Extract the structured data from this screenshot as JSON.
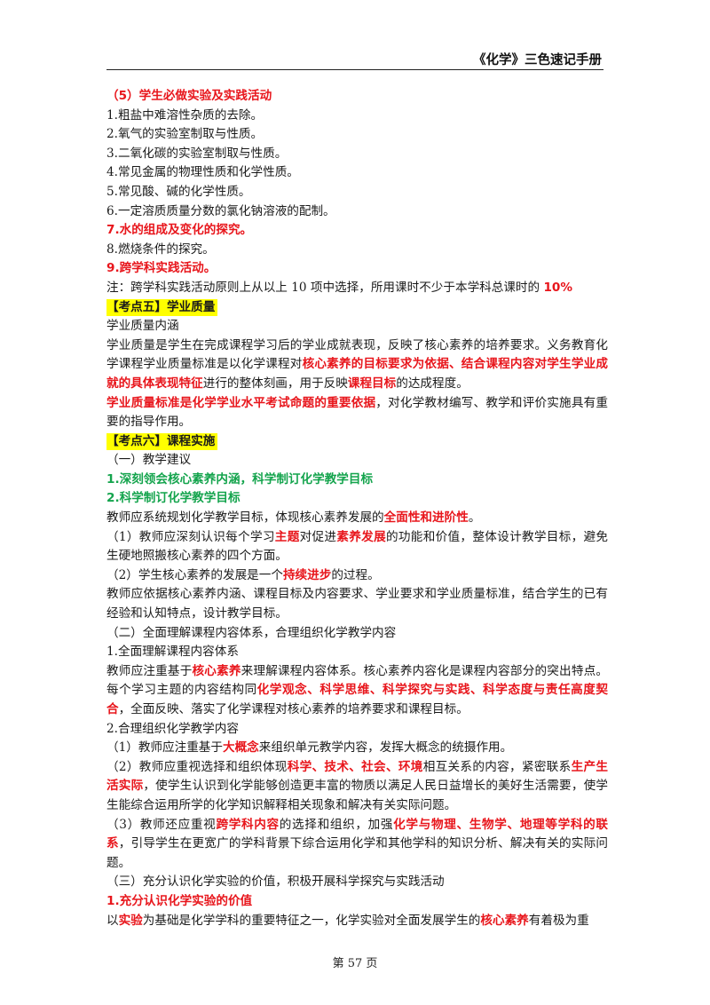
{
  "header": {
    "title": "《化学》三色速记手册"
  },
  "footer": {
    "page": "第 57 页"
  },
  "colors": {
    "emphasis_red": "#e8161c",
    "emphasis_green": "#14a44d",
    "highlight": "#ffff00"
  },
  "lines": {
    "l01": [
      "（5）学生必做实验及实践活动"
    ],
    "l02": [
      "1.粗盐中难溶性杂质的去除。"
    ],
    "l03": [
      "2.氧气的实验室制取与性质。"
    ],
    "l04": [
      "3.二氧化碳的实验室制取与性质。"
    ],
    "l05": [
      "4.常见金属的物理性质和化学性质。"
    ],
    "l06": [
      "5.常见酸、碱的化学性质。"
    ],
    "l07": [
      "6.一定溶质质量分数的氯化钠溶液的配制。"
    ],
    "l08": [
      "7.水的组成及变化的探究。"
    ],
    "l09": [
      "8.燃烧条件的探究。"
    ],
    "l10": [
      "9.跨学科实践活动。"
    ],
    "l11": [
      "注：跨学科实践活动原则上从以上 10 项中选择，所用课时不少于本学科总课时的 ",
      "10%"
    ],
    "l12": [
      "【考点五】学业质量"
    ],
    "l13": [
      "学业质量内涵"
    ],
    "p1": [
      "学业质量是学生在完成课程学习后的学业成就表现，反映了核心素养的培养要求。义务教育化学课程学业质量标准是以化学课程对",
      "核心素养的目标要求为依据、结合课程内容对学生学业成就的具体表现特征",
      "进行的整体刻画，用于反映",
      "课程目标",
      "的达成程度。"
    ],
    "p2": [
      "学业质量标准是化学学业水平考试命题的重要依据",
      "，对化学教材编写、教学和评价实施具有重要的指导作用。"
    ],
    "l14": [
      "【考点六】课程实施"
    ],
    "l15": [
      "（一）教学建议"
    ],
    "l16": [
      "1.深刻领会核心素养内涵，科学制订化学教学目标"
    ],
    "l17": [
      "2.科学制订化学教学目标"
    ],
    "l18": [
      "教师应系统规划化学教学目标，体现核心素养发展的",
      "全面性和进阶性",
      "。"
    ],
    "p3": [
      "（1）教师应深刻认识每个学习",
      "主题",
      "对促进",
      "素养发展",
      "的功能和价值，整体设计教学目标，避免生硬地照搬核心素养的四个方面。"
    ],
    "l19": [
      "（2）学生核心素养的发展是一个",
      "持续进步",
      "的过程。"
    ],
    "p4": [
      "教师应依据核心素养内涵、课程目标及内容要求、学业要求和学业质量标准，结合学生的已有经验和认知特点，设计教学目标。"
    ],
    "l20": [
      "（二）全面理解课程内容体系，合理组织化学教学内容"
    ],
    "l21": [
      "1.全面理解课程内容体系"
    ],
    "p5": [
      "教师应注重基于",
      "核心素养",
      "来理解课程内容体系。核心素养内容化是课程内容部分的突出特点。每个学习主题的内容结构同",
      "化学观念、科学思维、科学探究与实践、科学态度与责任高度契合",
      "，全面反映、落实了化学课程对核心素养的培养要求和课程目标。"
    ],
    "l22": [
      "2.合理组织化学教学内容"
    ],
    "l23": [
      "（1）教师应注重基于",
      "大概念",
      "来组织单元教学内容，发挥大概念的统摄作用。"
    ],
    "p6": [
      "（2）教师应重视选择和组织体现",
      "科学、技术、社会、环境",
      "相互关系的内容，紧密联系",
      "生产生活实际",
      "，使学生认识到化学能够创造更丰富的物质以满足人民日益增长的美好生活需要，使学生能综合运用所学的化学知识解释相关现象和解决有关实际问题。"
    ],
    "p7": [
      "（3）教师还应重视",
      "跨学科内容",
      "的选择和组织，加强",
      "化学与物理、生物学、地理等学科的联系",
      "，引导学生在更宽广的学科背景下综合运用化学和其他学科的知识分析、解决有关的实际问题。"
    ],
    "l24": [
      "（三）充分认识化学实验的价值，积极开展科学探究与实践活动"
    ],
    "l25": [
      "1.充分认识化学实验的价值"
    ],
    "l26": [
      "以",
      "实验",
      "为基础是化学学科的重要特征之一，化学实验对全面发展学生的",
      "核心素养",
      "有着极为重"
    ]
  }
}
